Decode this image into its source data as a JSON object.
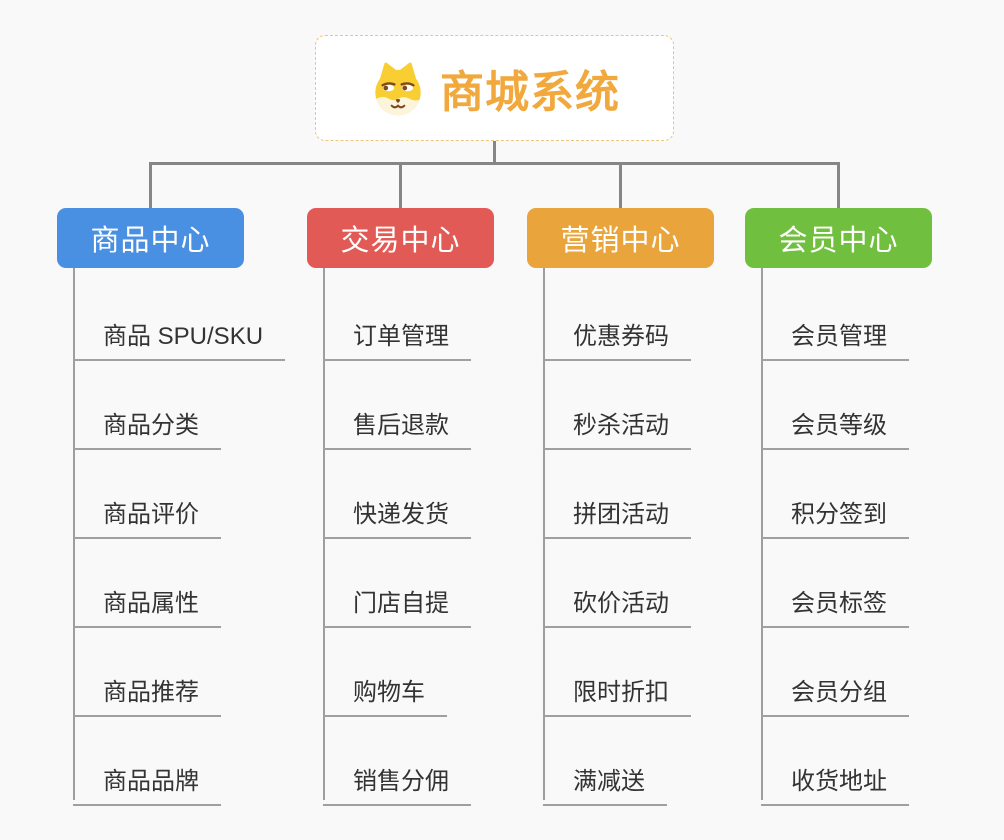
{
  "page": {
    "background": "#f9f9f9"
  },
  "root": {
    "title": "商城系统",
    "icon": "dog-face-icon",
    "title_color": "#f1a83d",
    "border_color": "#edc47c",
    "icon_colors": {
      "head": "#f8ce33",
      "muzzle": "#fdf4dc",
      "features": "#7c4a21"
    }
  },
  "connectors": {
    "trunk_color": "#868686",
    "branch_color": "#9e9e9e",
    "underline_color": "#a0a0a0"
  },
  "branches": [
    {
      "label": "商品中心",
      "color": "#4a90e2",
      "children": [
        "商品 SPU/SKU",
        "商品分类",
        "商品评价",
        "商品属性",
        "商品推荐",
        "商品品牌"
      ]
    },
    {
      "label": "交易中心",
      "color": "#e25a55",
      "children": [
        "订单管理",
        "售后退款",
        "快递发货",
        "门店自提",
        "购物车",
        "销售分佣"
      ]
    },
    {
      "label": "营销中心",
      "color": "#e9a43c",
      "children": [
        "优惠券码",
        "秒杀活动",
        "拼团活动",
        "砍价活动",
        "限时折扣",
        "满减送"
      ]
    },
    {
      "label": "会员中心",
      "color": "#70bf3e",
      "children": [
        "会员管理",
        "会员等级",
        "积分签到",
        "会员标签",
        "会员分组",
        "收货地址"
      ]
    }
  ]
}
